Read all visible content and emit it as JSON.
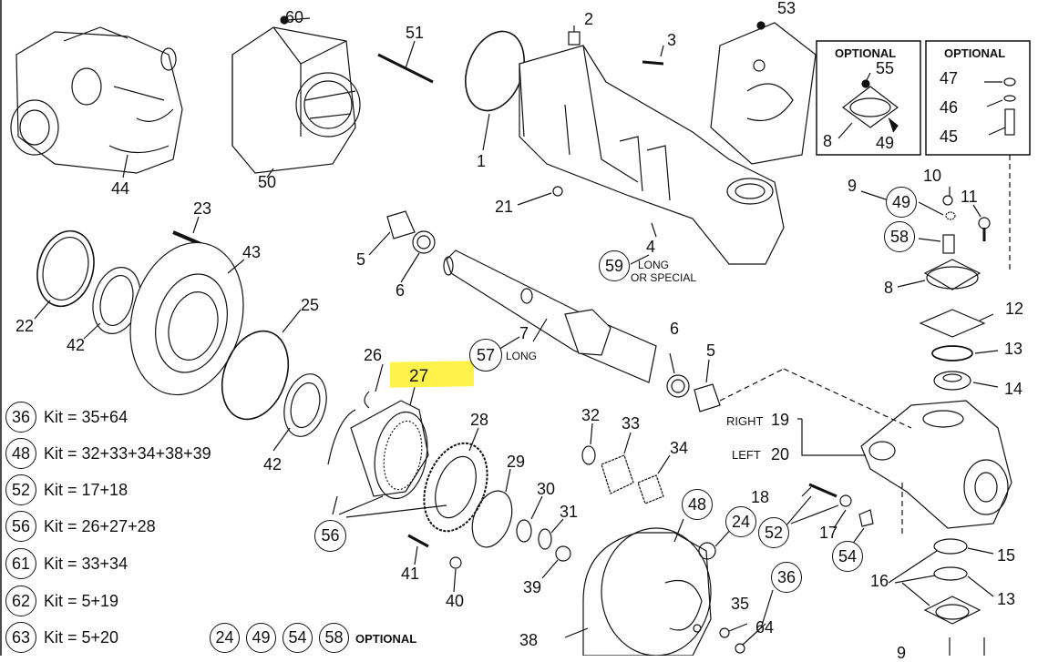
{
  "box_headings": [
    "OPTIONAL",
    "OPTIONAL"
  ],
  "optional_note": "OPTIONAL",
  "optional_callouts": [
    "24",
    "49",
    "54",
    "58"
  ],
  "highlight_part": "27",
  "kits": [
    {
      "id": "36",
      "text": "Kit = 35+64"
    },
    {
      "id": "48",
      "text": "Kit = 32+33+34+38+39"
    },
    {
      "id": "52",
      "text": "Kit = 17+18"
    },
    {
      "id": "56",
      "text": "Kit = 26+27+28"
    },
    {
      "id": "61",
      "text": "Kit = 33+34"
    },
    {
      "id": "62",
      "text": "Kit = 5+19"
    },
    {
      "id": "63",
      "text": "Kit = 5+20"
    }
  ],
  "side_labels": {
    "right": "RIGHT",
    "right_num": "19",
    "left": "LEFT",
    "left_num": "20"
  },
  "notes": {
    "long_special_1": "LONG",
    "long_special_2": "OR SPECIAL",
    "long": "LONG"
  },
  "labels": {
    "p1": "1",
    "p2": "2",
    "p3": "3",
    "p4": "4",
    "p5a": "5",
    "p5b": "5",
    "p6a": "6",
    "p6b": "6",
    "p7": "7",
    "p8a": "8",
    "p8b": "8",
    "p9a": "9",
    "p9b": "9",
    "p10": "10",
    "p11": "11",
    "p12": "12",
    "p13a": "13",
    "p13b": "13",
    "p14": "14",
    "p15": "15",
    "p16": "16",
    "p17": "17",
    "p18": "18",
    "p21": "21",
    "p22": "22",
    "p23": "23",
    "p25": "25",
    "p26": "26",
    "p28": "28",
    "p29": "29",
    "p30": "30",
    "p31": "31",
    "p32": "32",
    "p33": "33",
    "p34": "34",
    "p35": "35",
    "p38": "38",
    "p39": "39",
    "p40": "40",
    "p41": "41",
    "p42a": "42",
    "p42b": "42",
    "p43": "43",
    "p44": "44",
    "p45": "45",
    "p46": "46",
    "p47": "47",
    "p49b": "49",
    "p50": "50",
    "p51": "51",
    "p53": "53",
    "p55": "55",
    "p60": "60",
    "p64": "64"
  },
  "circled": {
    "c24": "24",
    "c36": "36",
    "c48": "48",
    "c49": "49",
    "c52": "52",
    "c54": "54",
    "c56": "56",
    "c57": "57",
    "c58": "58",
    "c59": "59"
  }
}
